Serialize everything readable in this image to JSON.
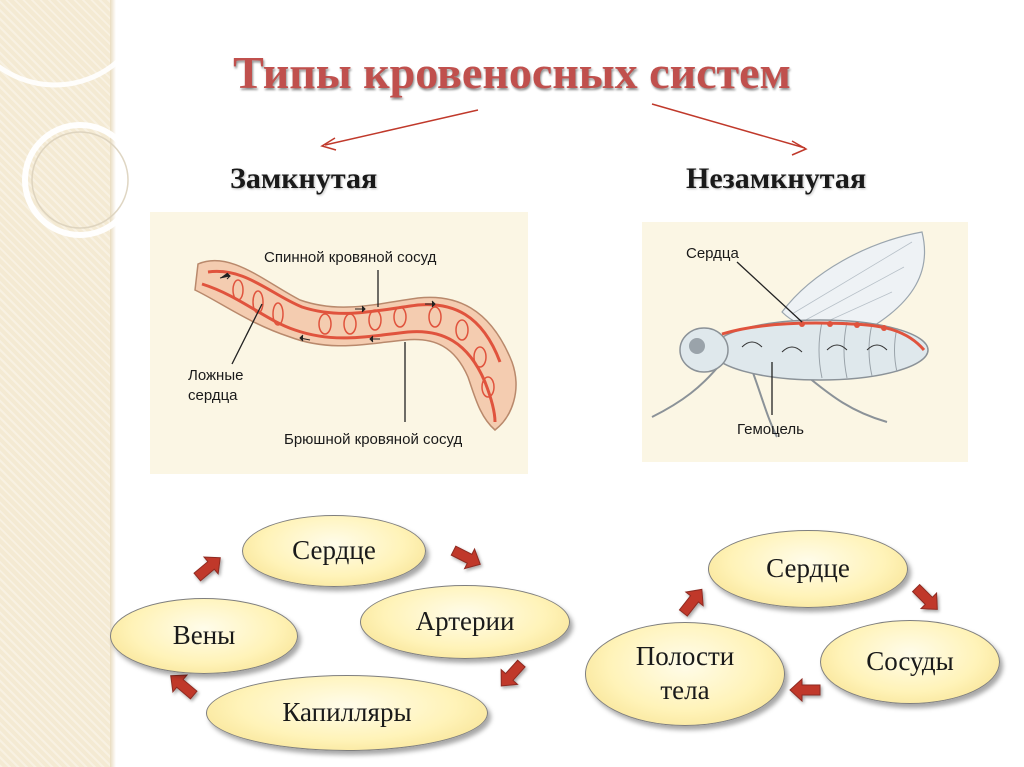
{
  "title": "Типы кровеносных систем",
  "left": {
    "heading": "Замкнутая",
    "labels": {
      "dorsal": "Спинной кровяной сосуд",
      "false_hearts_1": "Ложные",
      "false_hearts_2": "сердца",
      "ventral": "Брюшной кровяной сосуд"
    },
    "cycle": [
      "Сердце",
      "Артерии",
      "Капилляры",
      "Вены"
    ]
  },
  "right": {
    "heading": "Незамкнутая",
    "labels": {
      "hearts": "Сердца",
      "hemocoel": "Гемоцель"
    },
    "cycle": [
      "Сердце",
      "Сосуды",
      "Полости",
      "тела"
    ]
  },
  "colors": {
    "title": "#c0504d",
    "arrow": "#c0392b",
    "oval_fill": "#fff3b8",
    "vessel": "#e0533d",
    "body_tint": "#f2c7a8"
  }
}
